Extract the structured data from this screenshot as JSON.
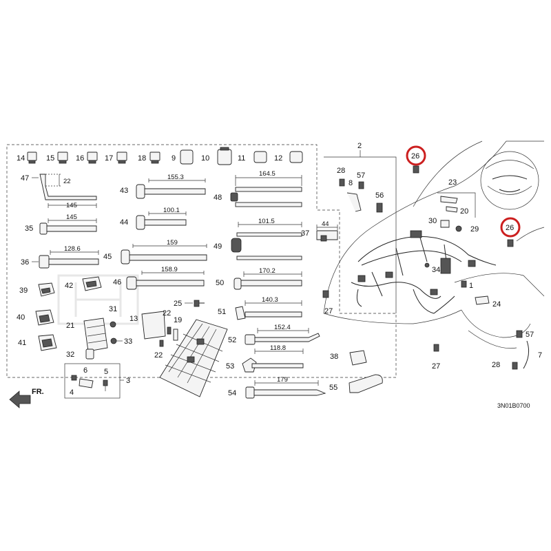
{
  "diagram_code": "3N01B0700",
  "front_label": "FR.",
  "highlight_color": "#cc1f1f",
  "callouts": {
    "c1": "1",
    "c2": "2",
    "c3": "3",
    "c4": "4",
    "c5": "5",
    "c6": "6",
    "c7": "7",
    "c8": "8",
    "c9": "9",
    "c10": "10",
    "c11": "11",
    "c12": "12",
    "c13": "13",
    "c14": "14",
    "c15": "15",
    "c16": "16",
    "c17": "17",
    "c18": "18",
    "c19": "19",
    "c20": "20",
    "c21": "21",
    "c22a": "22",
    "c22b": "22",
    "c23": "23",
    "c24": "24",
    "c25": "25",
    "c26a": "26",
    "c26b": "26",
    "c27a": "27",
    "c27b": "27",
    "c28a": "28",
    "c28b": "28",
    "c29": "29",
    "c30": "30",
    "c31": "31",
    "c32": "32",
    "c33": "33",
    "c34": "34",
    "c35": "35",
    "c36": "36",
    "c37": "37",
    "c38": "38",
    "c39": "39",
    "c40": "40",
    "c41": "41",
    "c42": "42",
    "c43": "43",
    "c44": "44",
    "c45": "45",
    "c46": "46",
    "c47": "47",
    "c48": "48",
    "c49": "49",
    "c50": "50",
    "c51": "51",
    "c52": "52",
    "c53": "53",
    "c54": "54",
    "c55": "55",
    "c56": "56",
    "c57a": "57",
    "c57b": "57"
  },
  "dimensions": {
    "d22": "22",
    "d145a": "145",
    "d145b": "145",
    "d128_6": "128.6",
    "d155_3": "155.3",
    "d100_1": "100.1",
    "d159": "159",
    "d158_9": "158.9",
    "d164_5": "164.5",
    "d101_5": "101.5",
    "d170_2": "170.2",
    "d140_3": "140.3",
    "d152_4": "152.4",
    "d118_8": "118.8",
    "d179": "179",
    "d44": "44"
  }
}
